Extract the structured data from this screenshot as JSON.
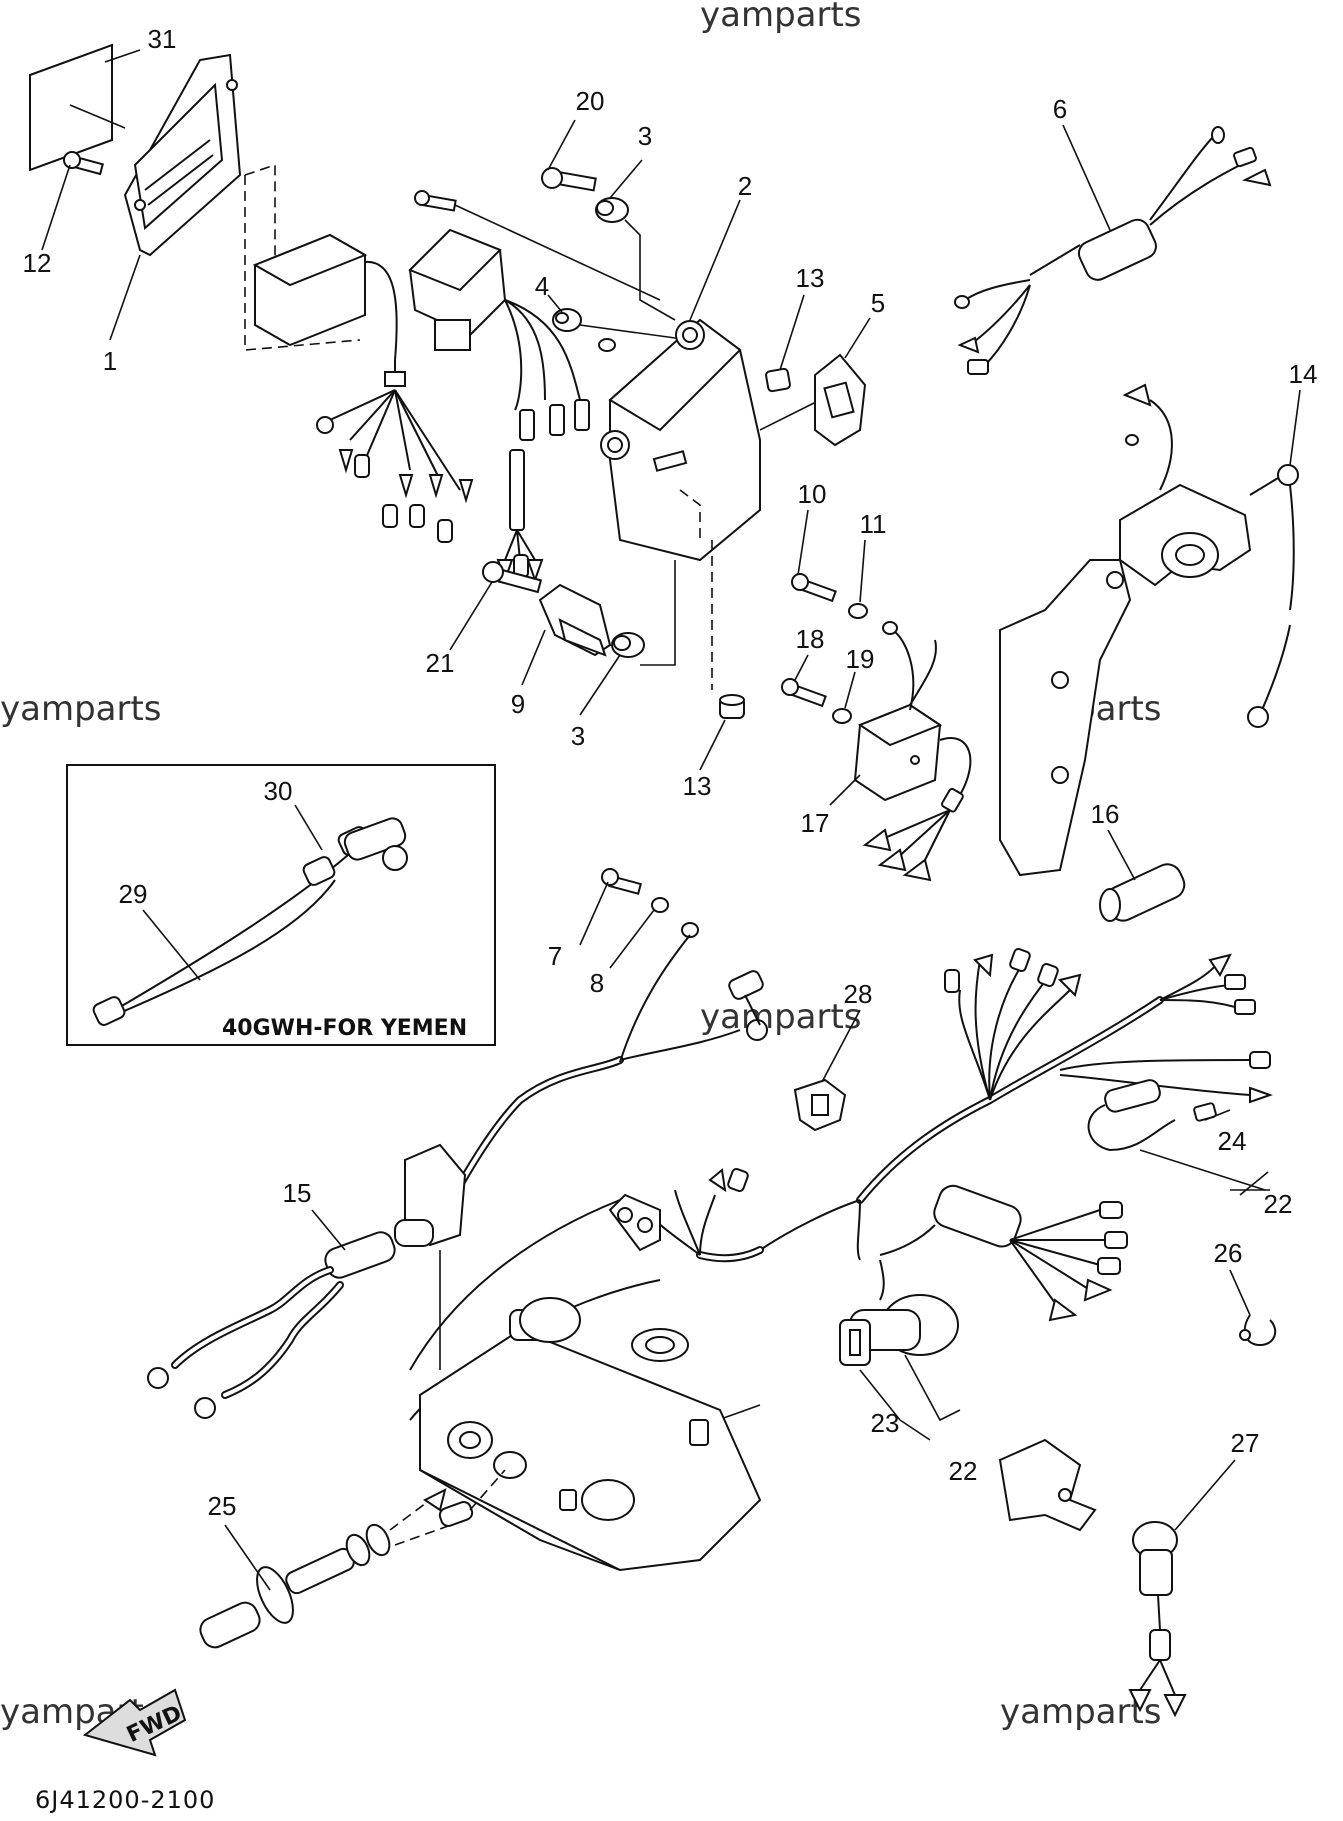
{
  "diagram": {
    "document_code": "6J41200-2100",
    "watermark": "yamparts",
    "inset_label": "40GWH-FOR YEMEN",
    "fwd_label": "FWD",
    "callouts": {
      "c31": "31",
      "c12": "12",
      "c1": "1",
      "c20": "20",
      "c3a": "3",
      "c2": "2",
      "c4": "4",
      "c13a": "13",
      "c5": "5",
      "c6": "6",
      "c14": "14",
      "c10": "10",
      "c11": "11",
      "c18": "18",
      "c19": "19",
      "c21": "21",
      "c9": "9",
      "c3b": "3",
      "c13b": "13",
      "c17": "17",
      "c16": "16",
      "c30": "30",
      "c29": "29",
      "c7": "7",
      "c8": "8",
      "c28": "28",
      "c24": "24",
      "c22a": "22",
      "c15": "15",
      "c26": "26",
      "c23": "23",
      "c22b": "22",
      "c27": "27",
      "c25": "25"
    }
  }
}
